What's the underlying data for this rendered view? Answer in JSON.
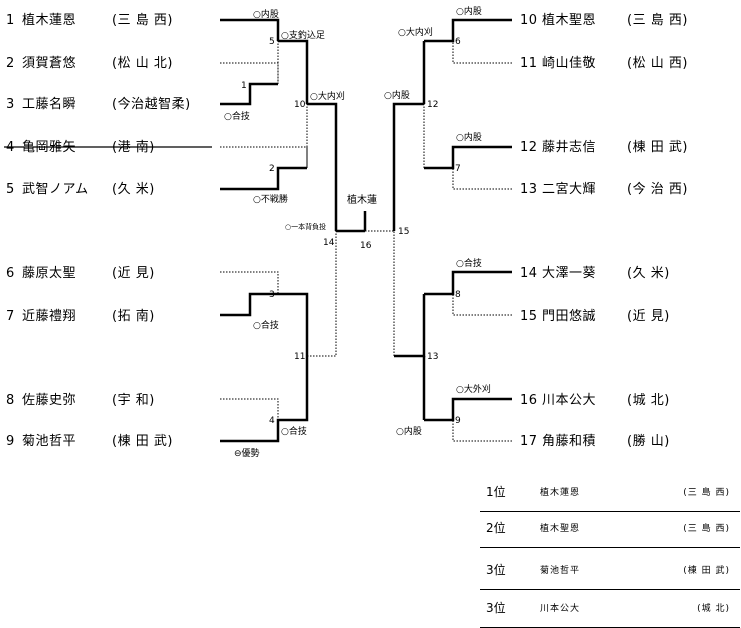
{
  "left_players": [
    {
      "no": "1",
      "name": "植木蓮恩",
      "school": "(三 島 西)"
    },
    {
      "no": "2",
      "name": "須賀蒼悠",
      "school": "(松 山 北)"
    },
    {
      "no": "3",
      "name": "工藤名瞬",
      "school": "(今治越智柔)"
    },
    {
      "no": "4",
      "name": "亀岡雅矢",
      "school": "(港 南)"
    },
    {
      "no": "5",
      "name": "武智ノアム",
      "school": "(久 米)"
    },
    {
      "no": "6",
      "name": "藤原太聖",
      "school": "(近 見)"
    },
    {
      "no": "7",
      "name": "近藤禮翔",
      "school": "(拓 南)"
    },
    {
      "no": "8",
      "name": "佐藤史弥",
      "school": "(宇 和)"
    },
    {
      "no": "9",
      "name": "菊池哲平",
      "school": "(棟 田 武)"
    }
  ],
  "right_players": [
    {
      "no": "10",
      "name": "植木聖恩",
      "school": "(三 島 西)"
    },
    {
      "no": "11",
      "name": "崎山佳敬",
      "school": "(松 山 西)"
    },
    {
      "no": "12",
      "name": "藤井志信",
      "school": "(棟 田 武)"
    },
    {
      "no": "13",
      "name": "二宮大輝",
      "school": "(今 治 西)"
    },
    {
      "no": "14",
      "name": "大澤一葵",
      "school": "(久 米)"
    },
    {
      "no": "15",
      "name": "門田悠誠",
      "school": "(近 見)"
    },
    {
      "no": "16",
      "name": "川本公大",
      "school": "(城 北)"
    },
    {
      "no": "17",
      "name": "角藤和積",
      "school": "(勝 山)"
    }
  ],
  "match_numbers": [
    "1",
    "2",
    "3",
    "4",
    "5",
    "10",
    "11",
    "14",
    "16",
    "15",
    "6",
    "12",
    "7",
    "8",
    "13",
    "9"
  ],
  "result_labels": [
    "○内股",
    "○合技",
    "○支釣込足",
    "○不戦勝",
    "○大内刈",
    "○合技",
    "○合技",
    "○一本背負投",
    "⊖優勢",
    "○大内刈",
    "○内股",
    "○内股",
    "○内股",
    "○合技",
    "○大外刈",
    "○内股"
  ],
  "champion_label": "植木蓮",
  "rankings": [
    {
      "position": "1位",
      "name": "植木蓮恩",
      "school": "(三 島 西)"
    },
    {
      "position": "2位",
      "name": "植木聖恩",
      "school": "(三 島 西)"
    },
    {
      "position": "3位",
      "name": "菊池哲平",
      "school": "(棟 田 武)"
    },
    {
      "position": "3位",
      "name": "川本公大",
      "school": "(城 北)"
    }
  ]
}
